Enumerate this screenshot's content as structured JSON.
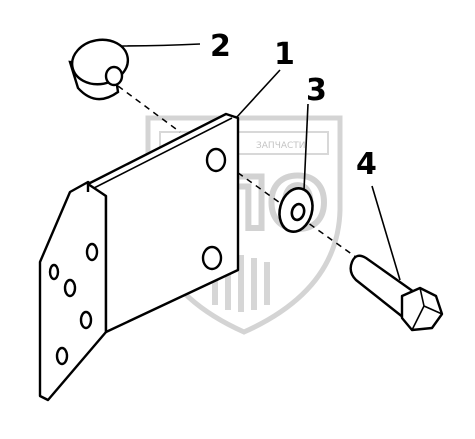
{
  "diagram": {
    "callouts": [
      {
        "id": "label-1",
        "text": "1",
        "part": "bracket"
      },
      {
        "id": "label-2",
        "text": "2",
        "part": "spacer"
      },
      {
        "id": "label-3",
        "text": "3",
        "part": "washer"
      },
      {
        "id": "label-4",
        "text": "4",
        "part": "bolt"
      }
    ],
    "watermark": {
      "big_text": "ЭПО",
      "small_text": "ЗАПЧАСТИ",
      "color": "#d2d2d2"
    },
    "line_color": "#000000",
    "background": "#ffffff"
  }
}
